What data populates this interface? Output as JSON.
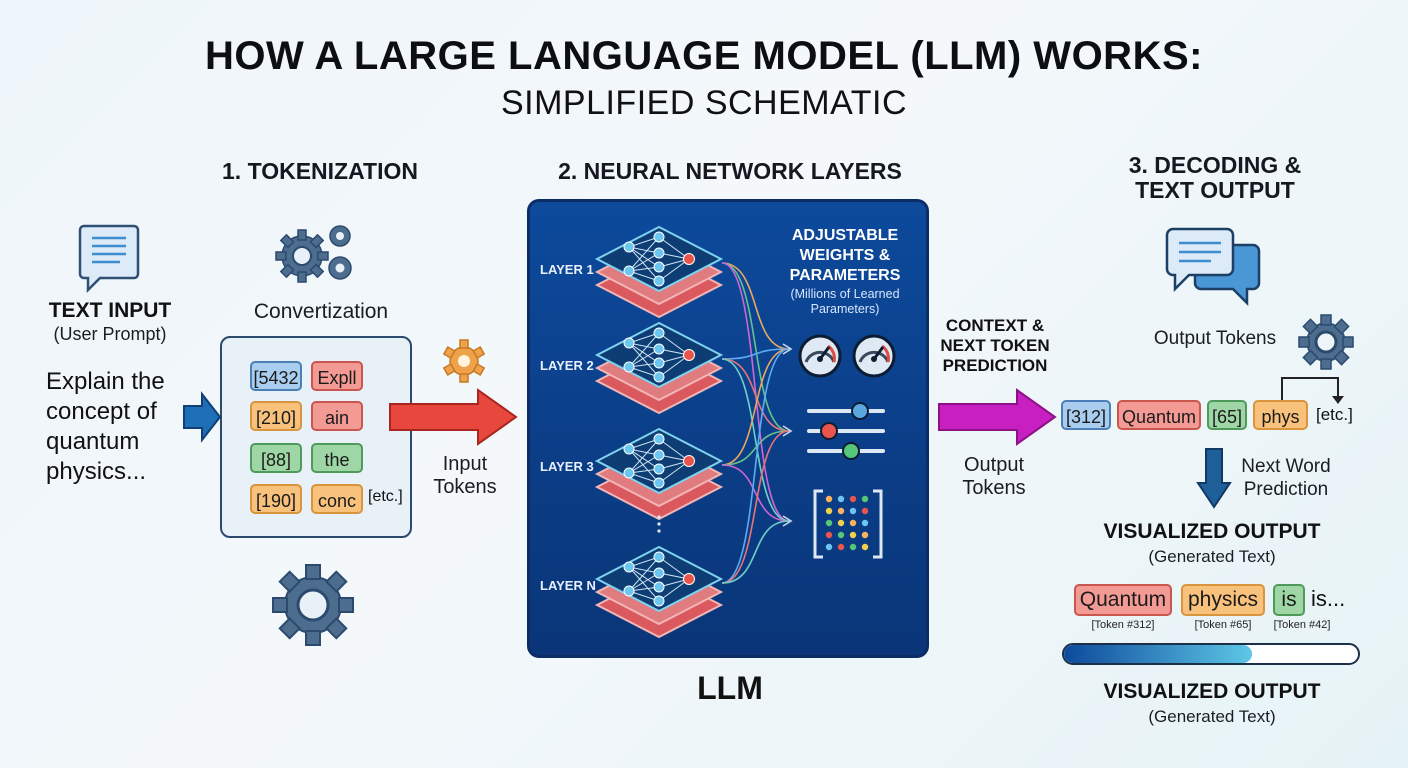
{
  "title": "HOW A LARGE LANGUAGE MODEL (LLM) WORKS:",
  "subtitle": "SIMPLIFIED SCHEMATIC",
  "section1": {
    "heading": "1. TOKENIZATION",
    "text_input_title": "TEXT INPUT",
    "text_input_sub": "(User Prompt)",
    "prompt_lines": [
      "Explain the",
      "concept of",
      "quantum",
      "physics..."
    ],
    "convertization": "Convertization",
    "tokens": [
      {
        "text": "[5432",
        "color": "blue"
      },
      {
        "text": "Expll",
        "color": "red"
      },
      {
        "text": "[210]",
        "color": "orange"
      },
      {
        "text": "ain",
        "color": "red"
      },
      {
        "text": "[88]",
        "color": "green"
      },
      {
        "text": "the",
        "color": "green"
      },
      {
        "text": "[190]",
        "color": "orange"
      },
      {
        "text": "conc",
        "color": "orange"
      }
    ],
    "etc": "[etc.]",
    "input_tokens_1": "Input",
    "input_tokens_2": "Tokens"
  },
  "section2": {
    "heading": "2. NEURAL NETWORK LAYERS",
    "layers": [
      "LAYER 1",
      "LAYER 2",
      "LAYER 3",
      "LAYER N"
    ],
    "weights_lines": [
      "ADJUSTABLE",
      "WEIGHTS &",
      "PARAMETERS"
    ],
    "weights_sub_lines": [
      "(Millions of Learned",
      "Parameters)"
    ],
    "llm_label": "LLM",
    "context_lines": [
      "CONTEXT &",
      "NEXT TOKEN",
      "PREDICTION"
    ],
    "output_tokens_1": "Output",
    "output_tokens_2": "Tokens"
  },
  "section3": {
    "heading_1": "3. DECODING &",
    "heading_2": "TEXT OUTPUT",
    "output_tokens": "Output Tokens",
    "tokens": [
      {
        "text": "[312]",
        "color": "blue"
      },
      {
        "text": "Quantum",
        "color": "red"
      },
      {
        "text": "[65]",
        "color": "green"
      },
      {
        "text": "phys",
        "color": "orange"
      }
    ],
    "etc": "[etc.]",
    "next_word_1": "Next Word",
    "next_word_2": "Prediction",
    "visualized_title": "VISUALIZED OUTPUT",
    "visualized_sub": "(Generated Text)",
    "generated": [
      {
        "text": "Quantum",
        "color": "red",
        "id": "[Token #312]"
      },
      {
        "text": "physics",
        "color": "orange",
        "id": "[Token #65]"
      },
      {
        "text": "is",
        "color": "green",
        "id": "[Token #42]"
      }
    ],
    "trailing": "is...",
    "progress": 0.64,
    "visualized_title_2": "VISUALIZED OUTPUT",
    "visualized_sub_2": "(Generated Text)"
  },
  "colors": {
    "blue_arrow": "#1e6fb8",
    "red_arrow": "#e8473e",
    "magenta_arrow": "#c81fc0",
    "llm_panel": "#0b3f89"
  }
}
